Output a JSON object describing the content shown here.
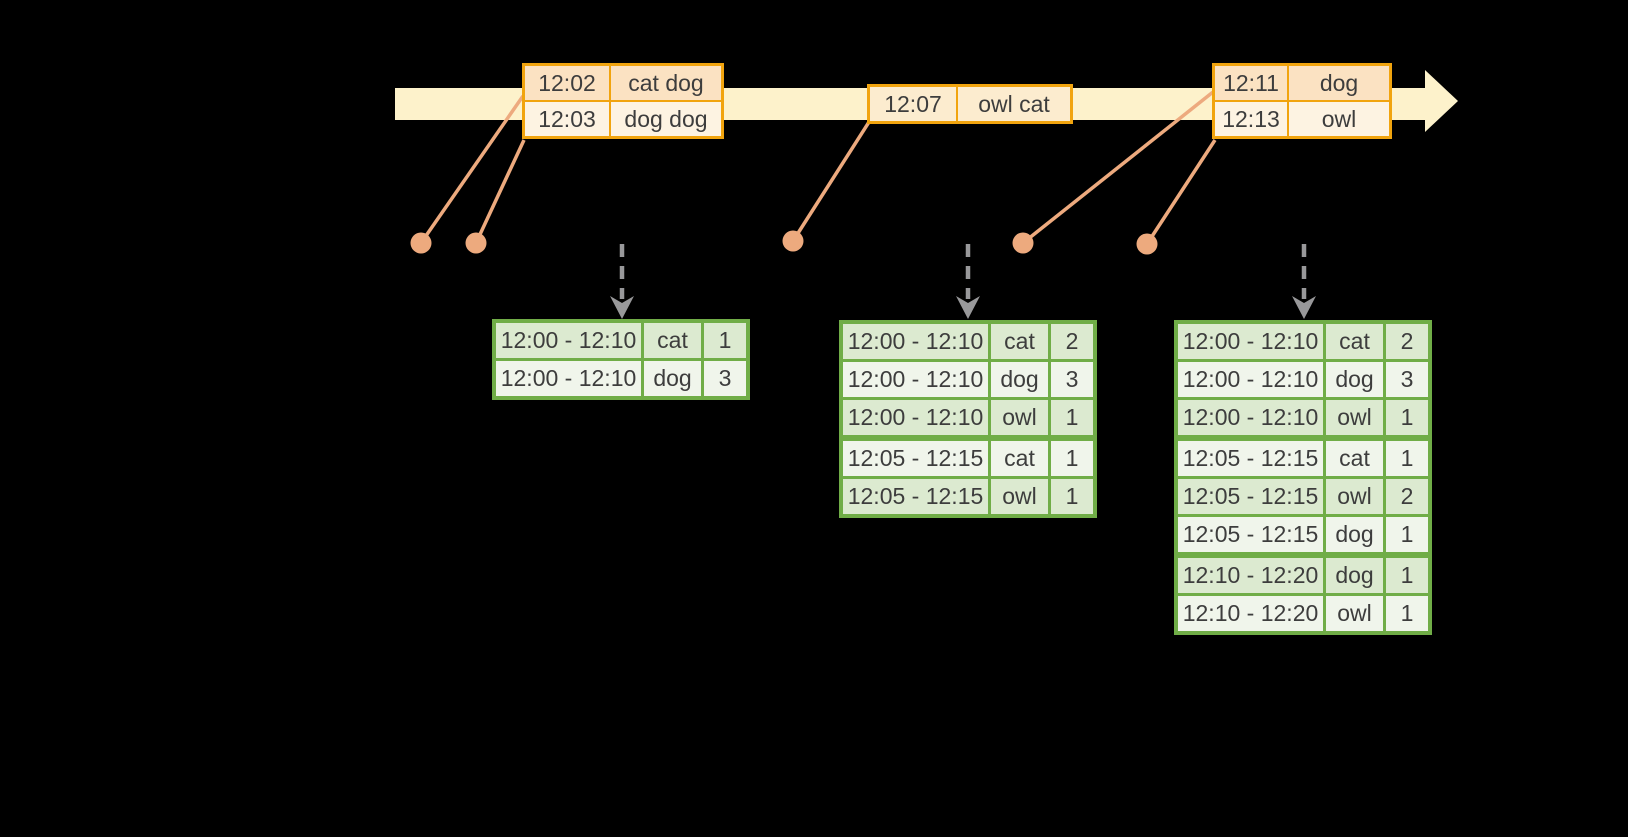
{
  "colors": {
    "background": "#000000",
    "timeline": "#fdf2cb",
    "orange_border": "#f1a40e",
    "orange_row_dark": "#fbe2c2",
    "orange_row_mid": "#fceccf",
    "orange_row_light": "#fdf3e2",
    "connector": "#edaa7e",
    "dashed_arrow": "#98989a",
    "green_border": "#70ad47",
    "green_row_dark": "#dcead0",
    "green_row_light": "#f0f5eb",
    "text": "#3d3d3d"
  },
  "event_tables": [
    {
      "rows": [
        {
          "time": "12:02",
          "words": "cat dog"
        },
        {
          "time": "12:03",
          "words": "dog dog"
        }
      ]
    },
    {
      "rows": [
        {
          "time": "12:07",
          "words": "owl cat"
        }
      ]
    },
    {
      "rows": [
        {
          "time": "12:11",
          "words": "dog"
        },
        {
          "time": "12:13",
          "words": "owl"
        }
      ]
    }
  ],
  "result_tables": [
    {
      "rows": [
        {
          "window": "12:00 - 12:10",
          "word": "cat",
          "count": "1"
        },
        {
          "window": "12:00 - 12:10",
          "word": "dog",
          "count": "3"
        }
      ]
    },
    {
      "rows": [
        {
          "window": "12:00 - 12:10",
          "word": "cat",
          "count": "2"
        },
        {
          "window": "12:00 - 12:10",
          "word": "dog",
          "count": "3"
        },
        {
          "window": "12:00 - 12:10",
          "word": "owl",
          "count": "1"
        },
        {
          "window": "12:05 - 12:15",
          "word": "cat",
          "count": "1"
        },
        {
          "window": "12:05 - 12:15",
          "word": "owl",
          "count": "1"
        }
      ]
    },
    {
      "rows": [
        {
          "window": "12:00 - 12:10",
          "word": "cat",
          "count": "2"
        },
        {
          "window": "12:00 - 12:10",
          "word": "dog",
          "count": "3"
        },
        {
          "window": "12:00 - 12:10",
          "word": "owl",
          "count": "1"
        },
        {
          "window": "12:05 - 12:15",
          "word": "cat",
          "count": "1"
        },
        {
          "window": "12:05 - 12:15",
          "word": "owl",
          "count": "2"
        },
        {
          "window": "12:05 - 12:15",
          "word": "dog",
          "count": "1"
        },
        {
          "window": "12:10 - 12:20",
          "word": "dog",
          "count": "1"
        },
        {
          "window": "12:10 - 12:20",
          "word": "owl",
          "count": "1"
        }
      ]
    }
  ]
}
